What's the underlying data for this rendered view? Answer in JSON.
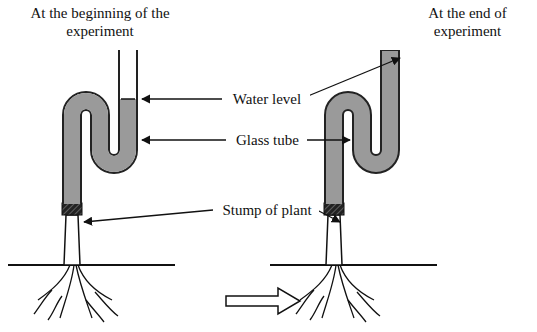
{
  "diagram": {
    "labels": [
      "At the beginning of the experiment",
      "At the end of experiment",
      "Water level",
      "Glass tube",
      "Stump of plant"
    ]
  }
}
